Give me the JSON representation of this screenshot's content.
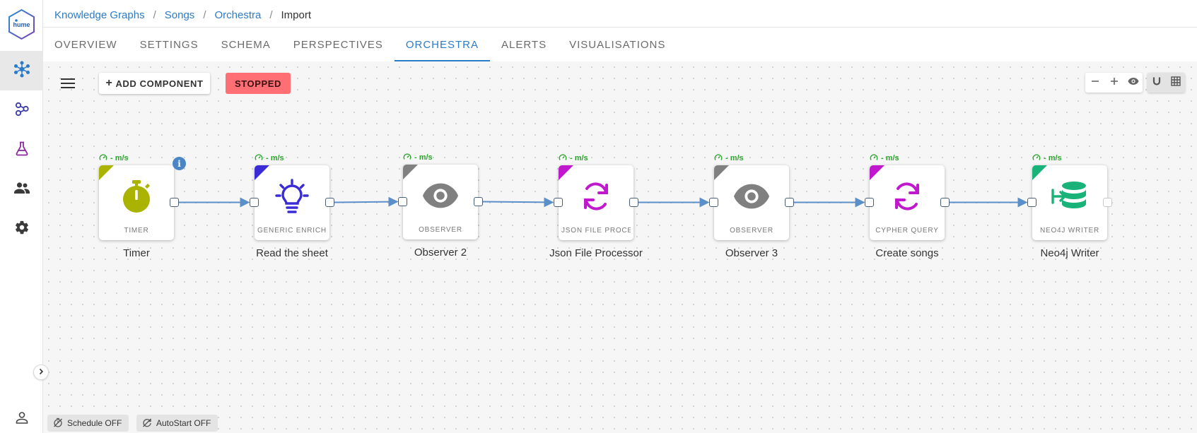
{
  "app": {
    "logo_text": "hume"
  },
  "breadcrumb": [
    {
      "label": "Knowledge Graphs"
    },
    {
      "label": "Songs"
    },
    {
      "label": "Orchestra"
    },
    {
      "label": "Import"
    }
  ],
  "tabs": [
    {
      "label": "OVERVIEW",
      "active": false
    },
    {
      "label": "SETTINGS",
      "active": false
    },
    {
      "label": "SCHEMA",
      "active": false
    },
    {
      "label": "PERSPECTIVES",
      "active": false
    },
    {
      "label": "ORCHESTRA",
      "active": true
    },
    {
      "label": "ALERTS",
      "active": false
    },
    {
      "label": "VISUALISATIONS",
      "active": false
    }
  ],
  "toolbar": {
    "add_component_label": "ADD COMPONENT",
    "status_label": "STOPPED",
    "status_color": "#ff6f73"
  },
  "nodes": [
    {
      "label": "Timer",
      "type": "TIMER",
      "speed": "- m/s",
      "color": "#aab400",
      "icon": "stopwatch-icon",
      "info": true
    },
    {
      "label": "Read the sheet",
      "type": "GENERIC ENRICHER",
      "speed": "- m/s",
      "color": "#3a2bd6",
      "icon": "lightbulb-icon"
    },
    {
      "label": "Observer 2",
      "type": "OBSERVER",
      "speed": "- m/s",
      "color": "#808080",
      "icon": "eye-icon"
    },
    {
      "label": "Json File Processor",
      "type": "JSON FILE PROCESSOR",
      "speed": "- m/s",
      "color": "#c018cc",
      "icon": "cycle-icon"
    },
    {
      "label": "Observer 3",
      "type": "OBSERVER",
      "speed": "- m/s",
      "color": "#808080",
      "icon": "eye-icon"
    },
    {
      "label": "Create songs",
      "type": "CYPHER QUERY",
      "speed": "- m/s",
      "color": "#c018cc",
      "icon": "cycle-icon"
    },
    {
      "label": "Neo4j Writer",
      "type": "NEO4J WRITER",
      "speed": "- m/s",
      "color": "#19b37a",
      "icon": "database-write-icon"
    }
  ],
  "footer": {
    "schedule_label": "Schedule OFF",
    "autostart_label": "AutoStart OFF"
  },
  "colors": {
    "accent": "#2b7bc9",
    "edge": "#5b8fc9"
  }
}
